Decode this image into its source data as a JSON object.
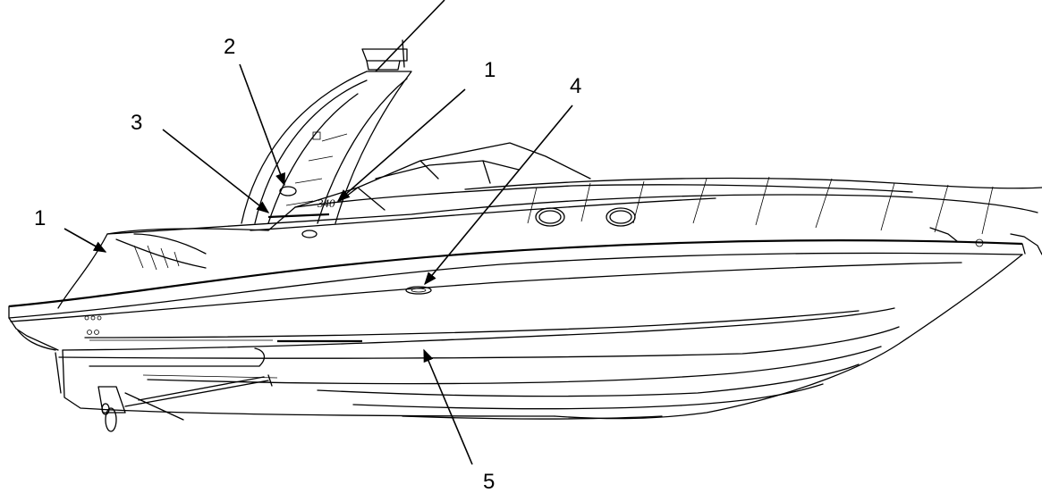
{
  "callouts": [
    {
      "label": "1"
    },
    {
      "label": "1"
    },
    {
      "label": "2"
    },
    {
      "label": "3"
    },
    {
      "label": "4"
    },
    {
      "label": "5"
    }
  ],
  "hull_text": {
    "model": "340"
  }
}
